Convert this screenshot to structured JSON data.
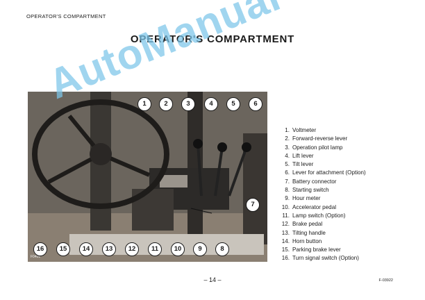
{
  "header": {
    "running_title": "OPERATOR'S COMPARTMENT"
  },
  "page": {
    "title": "OPERATOR'S COMPARTMENT",
    "page_number": "– 14 –",
    "doc_code": "F-03922"
  },
  "figure": {
    "photo_id": "F0401"
  },
  "callouts": [
    "1",
    "2",
    "3",
    "4",
    "5",
    "6",
    "7",
    "8",
    "9",
    "10",
    "11",
    "12",
    "13",
    "14",
    "15",
    "16"
  ],
  "legend": [
    {
      "num": "1.",
      "label": "Voltmeter"
    },
    {
      "num": "2.",
      "label": "Forward-reverse lever"
    },
    {
      "num": "3.",
      "label": "Operation pilot lamp"
    },
    {
      "num": "4.",
      "label": "Lift lever"
    },
    {
      "num": "5.",
      "label": "Tilt lever"
    },
    {
      "num": "6.",
      "label": "Lever for attachment (Option)"
    },
    {
      "num": "7.",
      "label": "Battery connector"
    },
    {
      "num": "8.",
      "label": "Starting switch"
    },
    {
      "num": "9.",
      "label": "Hour meter"
    },
    {
      "num": "10.",
      "label": "Accelerator pedal"
    },
    {
      "num": "11.",
      "label": "Lamp switch (Option)"
    },
    {
      "num": "12.",
      "label": "Brake pedal"
    },
    {
      "num": "13.",
      "label": "Tilting handle"
    },
    {
      "num": "14.",
      "label": "Horn button"
    },
    {
      "num": "15.",
      "label": "Parking brake lever"
    },
    {
      "num": "16.",
      "label": "Turn signal switch (Option)"
    }
  ],
  "watermark": {
    "text": "AutoManual",
    "color": "#7cc6ea"
  }
}
